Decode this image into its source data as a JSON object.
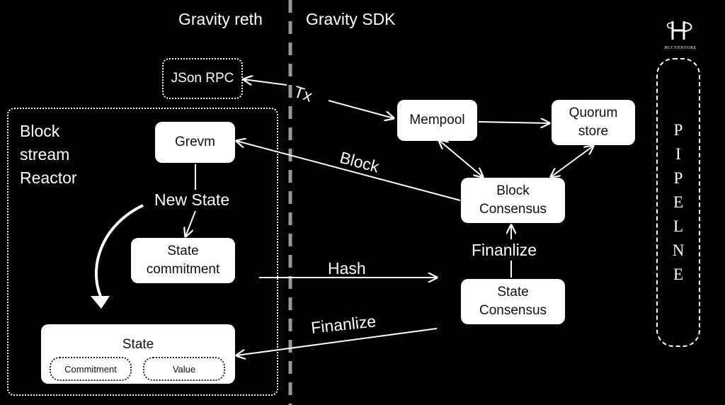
{
  "headers": {
    "left": "Gravity reth",
    "right": "Gravity SDK"
  },
  "logo": {
    "text": "HCCVENTURE"
  },
  "groups": {
    "reactor": {
      "label_lines": [
        "Block",
        "stream",
        "Reactor"
      ]
    },
    "pipeline": {
      "letters": [
        "P",
        "I",
        "P",
        "E",
        "L",
        "N",
        "E"
      ]
    }
  },
  "nodes": {
    "json_rpc": {
      "label": "JSon RPC"
    },
    "grevm": {
      "label": "Grevm"
    },
    "state_commitment": {
      "lines": [
        "State",
        "commitment"
      ]
    },
    "state": {
      "label": "State",
      "fields": [
        "Commitment",
        "Value"
      ]
    },
    "mempool": {
      "label": "Mempool"
    },
    "quorum_store": {
      "lines": [
        "Quorum",
        "store"
      ]
    },
    "block_consensus": {
      "lines": [
        "Block",
        "Consensus"
      ]
    },
    "state_consensus": {
      "lines": [
        "State",
        "Consensus"
      ]
    }
  },
  "edge_labels": {
    "tx": "Tx",
    "block": "Block",
    "new_state": "New State",
    "hash": "Hash",
    "finalize_up": "Finanlize",
    "finalize_back": "Finanlize"
  }
}
